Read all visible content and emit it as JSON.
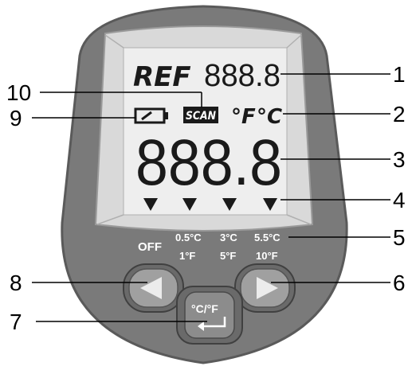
{
  "lcd": {
    "ref_label": "REF",
    "ref_digits": "888.8",
    "scan_label": "SCAN",
    "unit_f": "°F",
    "unit_c": "°C",
    "main_digits": "888.8",
    "arrow_glyph": "▼"
  },
  "buttons": {
    "left": {
      "icon": "left-triangle-icon"
    },
    "center": {
      "label": "°C/°F",
      "icon": "enter-arrow-icon"
    },
    "right": {
      "icon": "right-triangle-icon"
    }
  },
  "settings": {
    "off": "OFF",
    "col1": {
      "c": "0.5°C",
      "f": "1°F"
    },
    "col2": {
      "c": "3°C",
      "f": "5°F"
    },
    "col3": {
      "c": "5.5°C",
      "f": "10°F"
    }
  },
  "callouts": [
    "1",
    "2",
    "3",
    "4",
    "5",
    "6",
    "7",
    "8",
    "9",
    "10"
  ],
  "colors": {
    "body": "#7a7a7a",
    "body_edge": "#5c5c5c",
    "lcd": "#ececec",
    "lcd_bezel": "#d6d6d6",
    "segments": "#1a1a1a",
    "button": "#9a9a9a",
    "button_glyph": "#e8e8e8"
  }
}
